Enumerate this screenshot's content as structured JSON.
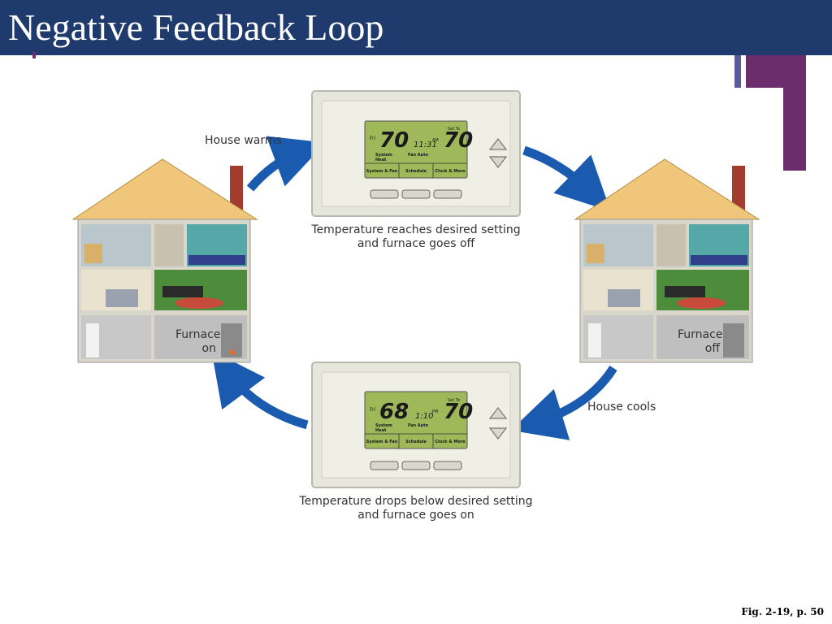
{
  "slide": {
    "title": "Negative Feedback Loop",
    "figure_ref": "Fig. 2-19, p. 50"
  },
  "labels": {
    "house_warms": "House warms",
    "house_cools": "House cools",
    "furnace_on": [
      "Furnace",
      "on"
    ],
    "furnace_off": [
      "Furnace",
      "off"
    ]
  },
  "thermostat_top": {
    "day": "Fri",
    "current_temp": "70",
    "time": "11:31",
    "time_suffix": "AM",
    "set_label": "Set To",
    "set_temp": "70",
    "mode_system": "System",
    "mode_heat": "Heat",
    "fan": "Fan Auto",
    "buttons": [
      "System & Fan",
      "Schedule",
      "Clock & More"
    ],
    "caption": [
      "Temperature reaches desired setting",
      "and furnace goes off"
    ]
  },
  "thermostat_bottom": {
    "day": "Fri",
    "current_temp": "68",
    "time": "1:10",
    "time_suffix": "PM",
    "set_label": "Set To",
    "set_temp": "70",
    "mode_system": "System",
    "mode_heat": "Heat",
    "fan": "Fan Auto",
    "buttons": [
      "System & Fan",
      "Schedule",
      "Clock & More"
    ],
    "caption": [
      "Temperature drops below desired setting",
      "and furnace goes on"
    ]
  },
  "colors": {
    "title_bar": "#1f3b6e",
    "accent_purple": "#6b2d6b",
    "accent_slate": "#5b5b99",
    "arrow_blue": "#1a5bb0",
    "lcd_green": "#9fb85a",
    "roof": "#f0c77a"
  }
}
